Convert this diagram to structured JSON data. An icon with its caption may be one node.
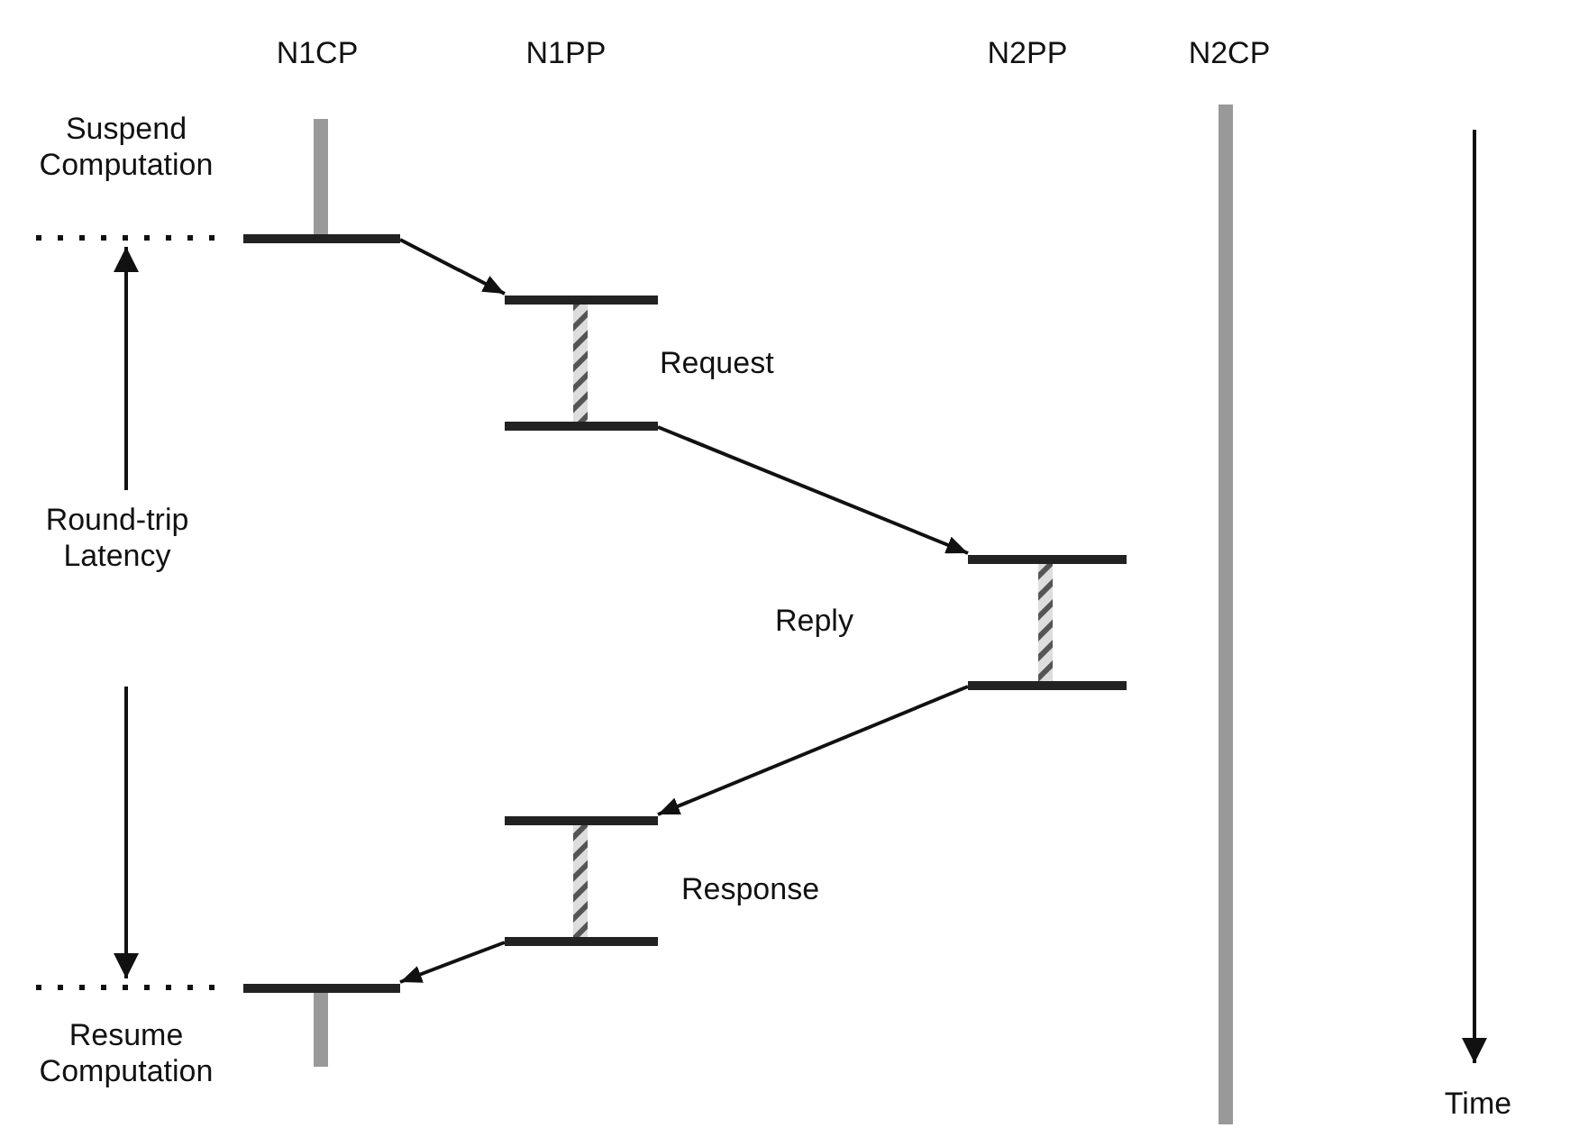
{
  "diagram": {
    "nodes": [
      {
        "text": [],
        "shape": "bar"
      },
      {
        "text": [],
        "shape": "bar"
      },
      {
        "text": [],
        "shape": "bar"
      },
      {
        "text": [],
        "shape": "bar"
      },
      {
        "text": [],
        "shape": "bar"
      },
      {
        "text": [],
        "shape": "bar"
      },
      {
        "text": [],
        "shape": "bar"
      },
      {
        "text": [],
        "shape": "bar"
      }
    ],
    "edges": [
      {
        "from": 0,
        "to": 1,
        "arrow": "to"
      },
      {
        "from": 2,
        "to": 3,
        "arrow": "to"
      },
      {
        "from": 4,
        "to": 5,
        "arrow": "to"
      },
      {
        "from": 6,
        "to": 7,
        "arrow": "to"
      }
    ],
    "labels": [
      "N1CP",
      "N1PP",
      "N2PP",
      "N2CP",
      "Suspend Computation",
      "Request",
      "Reply",
      "Round-trip Latency",
      "Response",
      "Resume Computation",
      "Time"
    ]
  }
}
